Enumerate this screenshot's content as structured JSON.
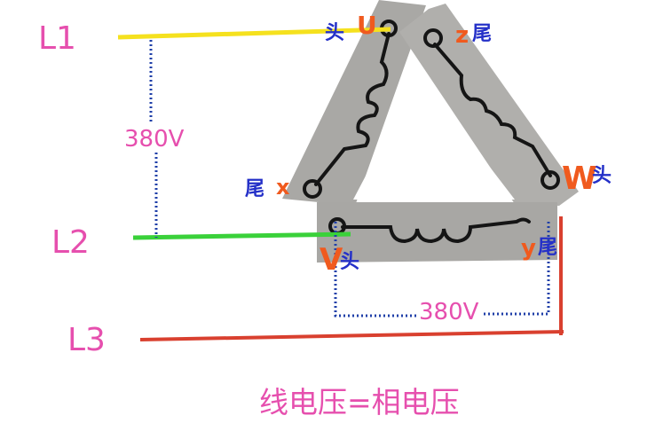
{
  "lines": {
    "l1": "L1",
    "l2": "L2",
    "l3": "L3"
  },
  "voltages": {
    "left": "380V",
    "bottom": "380V"
  },
  "terminals": {
    "u": {
      "letter": "U",
      "tag": "头"
    },
    "z": {
      "letter": "z",
      "tag": "尾"
    },
    "x": {
      "letter": "x",
      "tag": "尾"
    },
    "w": {
      "letter": "W",
      "tag": "头"
    },
    "v": {
      "letter": "V",
      "tag": "头"
    },
    "y": {
      "letter": "y",
      "tag": "尾"
    }
  },
  "caption": "线电压=相电压",
  "colors": {
    "l1": "#f5e11e",
    "l2": "#3ad13a",
    "l3": "#d9402f",
    "label": "#e64fae",
    "dotted": "#1f3fa8"
  }
}
